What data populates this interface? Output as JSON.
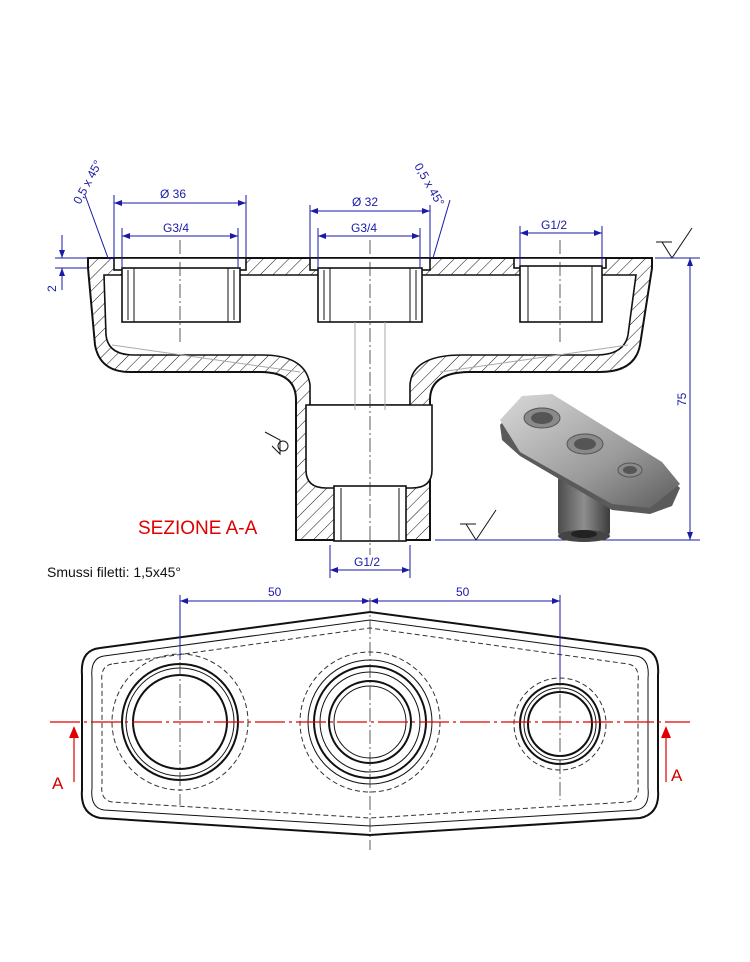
{
  "section": {
    "title": "SEZIONE A-A",
    "dim_chamfer_left": "0,5 x 45°",
    "dim_chamfer_right": "0,5 x 45°",
    "dim_diam_36": "Ø  36",
    "dim_diam_32": "Ø  32",
    "dim_thread_left": "G3/4",
    "dim_thread_mid": "G3/4",
    "dim_thread_right": "G1/2",
    "dim_thread_bottom": "G1/2",
    "dim_step": "2",
    "dim_height": "75"
  },
  "note": "Smussi filetti: 1,5x45°",
  "plan": {
    "dim_spacing_left": "50",
    "dim_spacing_right": "50",
    "section_mark_left": "A",
    "section_mark_right": "A"
  },
  "colors": {
    "dimension": "#1a1aa6",
    "section": "#e00000",
    "line": "#111111"
  }
}
